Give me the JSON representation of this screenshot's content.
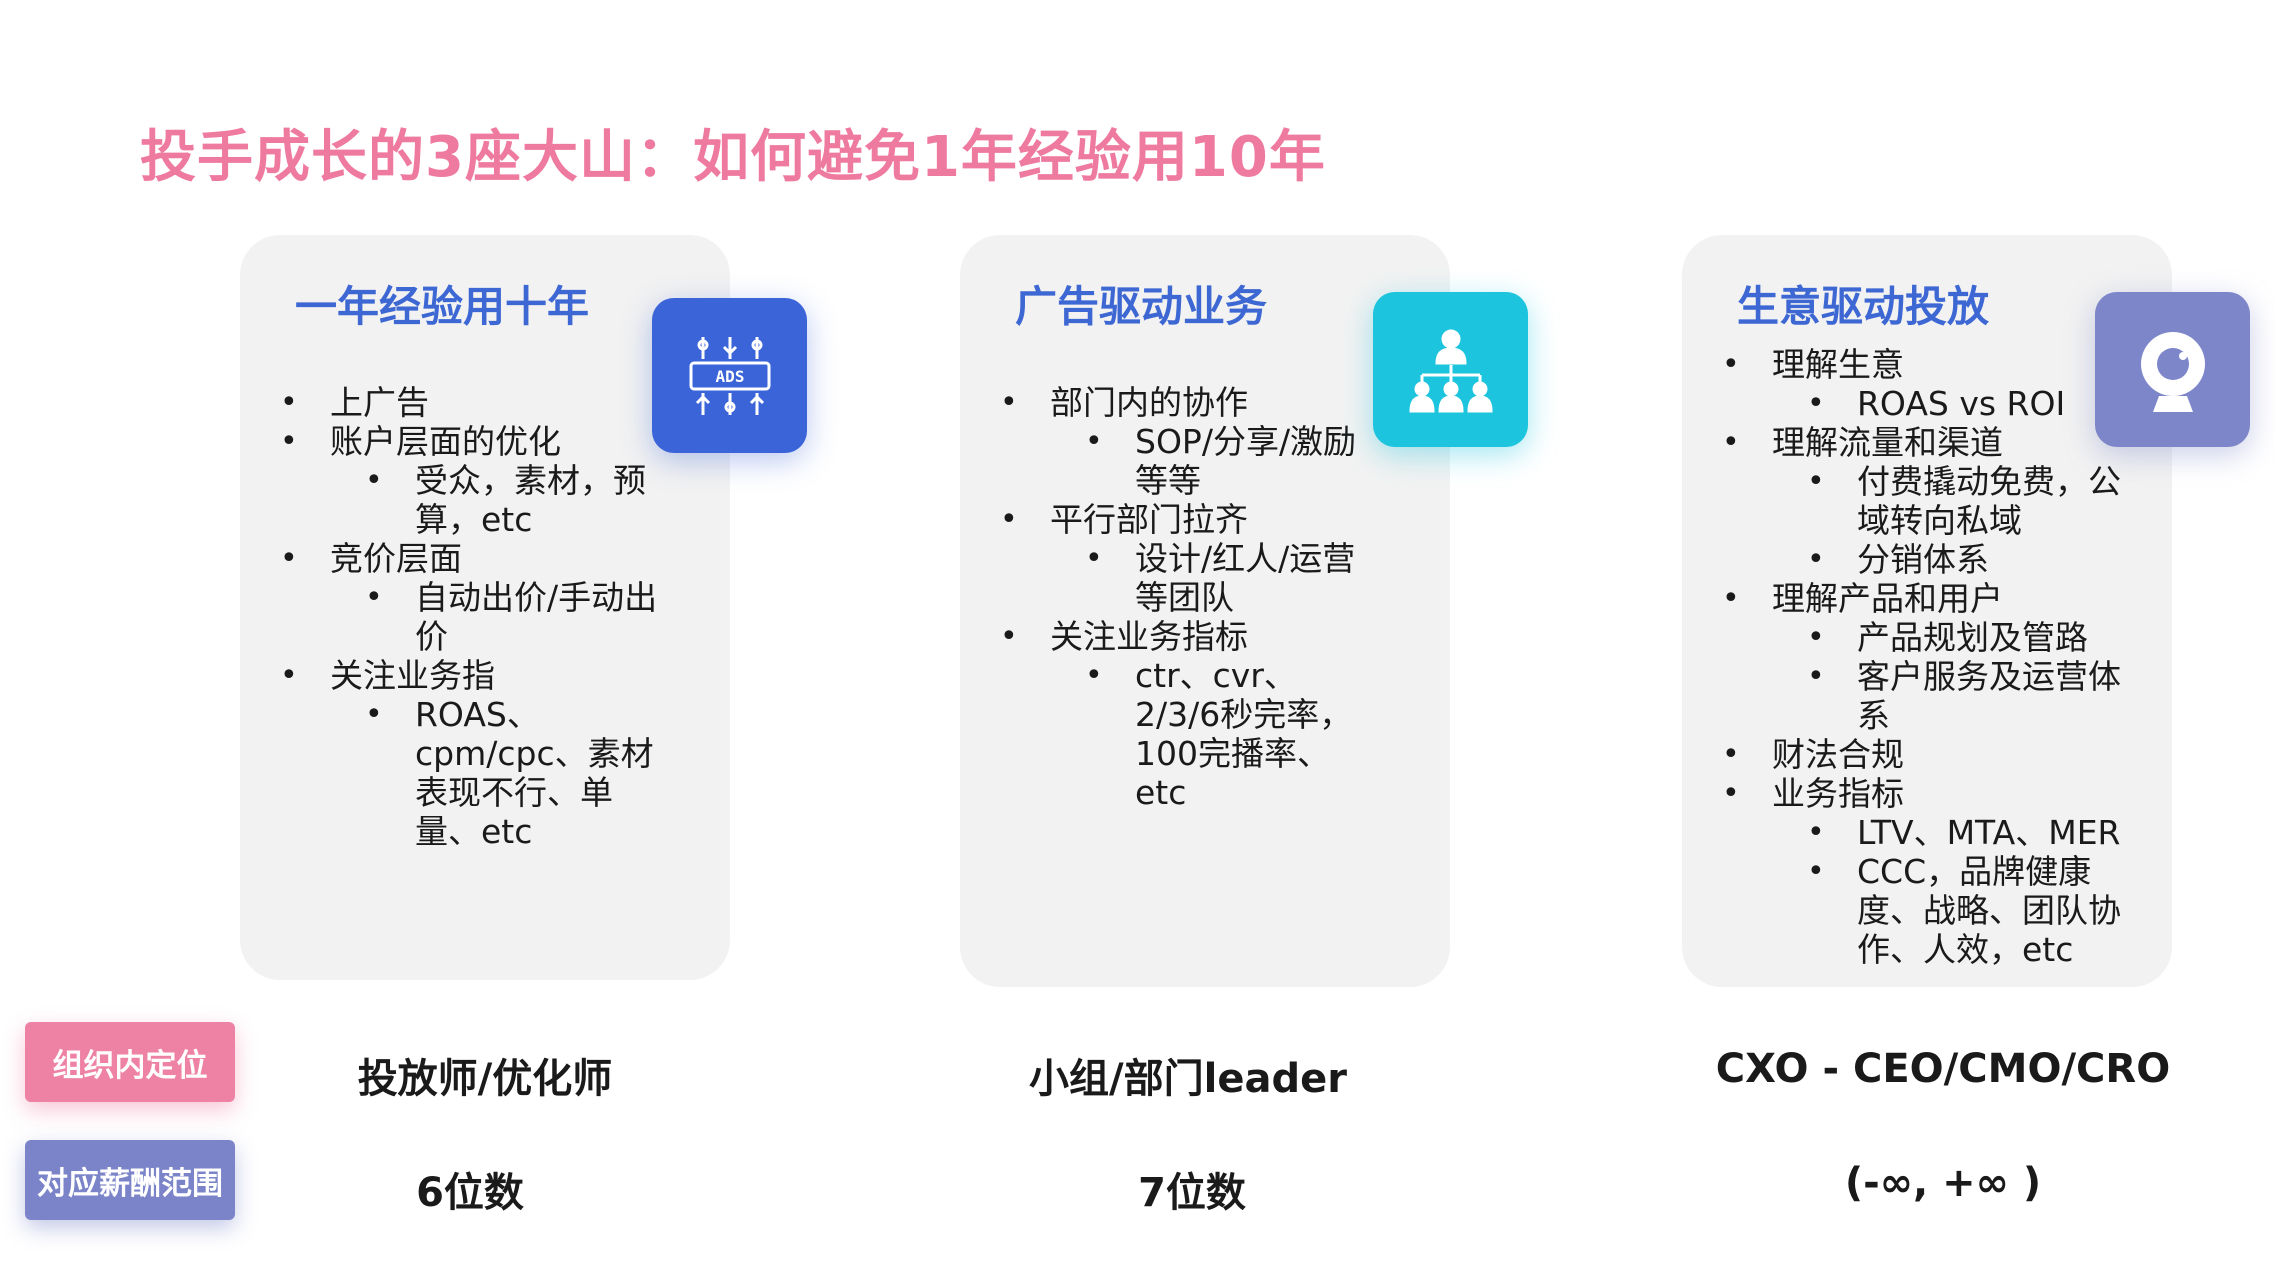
{
  "title": "投手成长的3座大山：如何避免1年经验用10年",
  "colors": {
    "title": "#ef7aa0",
    "card_title": "#3d67d3",
    "tag_pink": "#ee82a4",
    "tag_purple": "#7b84c9",
    "icon1": "#3a64d8",
    "icon2": "#1cc4de",
    "icon3": "#7d86c9"
  },
  "cards": [
    {
      "title": "一年经验用十年",
      "icon": "ads-icon",
      "items": [
        {
          "text": "上广告",
          "level": 1
        },
        {
          "text": "账户层面的优化",
          "level": 1
        },
        {
          "text": "受众，素材，预算，etc",
          "level": 2
        },
        {
          "text": "竞价层面",
          "level": 1
        },
        {
          "text": "自动出价/手动出价",
          "level": 2
        },
        {
          "text": "关注业务指",
          "level": 1
        },
        {
          "text": "ROAS、cpm/cpc、素材表现不行、单量、etc",
          "level": 2
        }
      ]
    },
    {
      "title": "广告驱动业务",
      "icon": "team-hierarchy-icon",
      "items": [
        {
          "text": "部门内的协作",
          "level": 1
        },
        {
          "text": "SOP/分享/激励等等",
          "level": 2
        },
        {
          "text": "平行部门拉齐",
          "level": 1
        },
        {
          "text": "设计/红人/运营等团队",
          "level": 2
        },
        {
          "text": "关注业务指标",
          "level": 1
        },
        {
          "text": "ctr、cvr、2/3/6秒完率，100完播率、etc",
          "level": 2
        }
      ]
    },
    {
      "title": "生意驱动投放",
      "icon": "webcam-icon",
      "items": [
        {
          "text": "理解生意",
          "level": 1
        },
        {
          "text": "ROAS vs ROI",
          "level": 2
        },
        {
          "text": "理解流量和渠道",
          "level": 1
        },
        {
          "text": "付费撬动免费，公域转向私域",
          "level": 2
        },
        {
          "text": "分销体系",
          "level": 2
        },
        {
          "text": "理解产品和用户",
          "level": 1
        },
        {
          "text": "产品规划及管路",
          "level": 2
        },
        {
          "text": "客户服务及运营体系",
          "level": 2
        },
        {
          "text": "财法合规",
          "level": 1
        },
        {
          "text": "业务指标",
          "level": 1
        },
        {
          "text": "LTV、MTA、MER",
          "level": 2
        },
        {
          "text": "CCC，品牌健康度、战略、团队协作、人效，etc",
          "level": 2
        }
      ]
    }
  ],
  "rows": [
    {
      "label": "组织内定位",
      "values": [
        "投放师/优化师",
        "小组/部门leader",
        "CXO - CEO/CMO/CRO"
      ]
    },
    {
      "label": "对应薪酬范围",
      "values": [
        "6位数",
        "7位数",
        "(-∞, +∞ )"
      ]
    }
  ]
}
